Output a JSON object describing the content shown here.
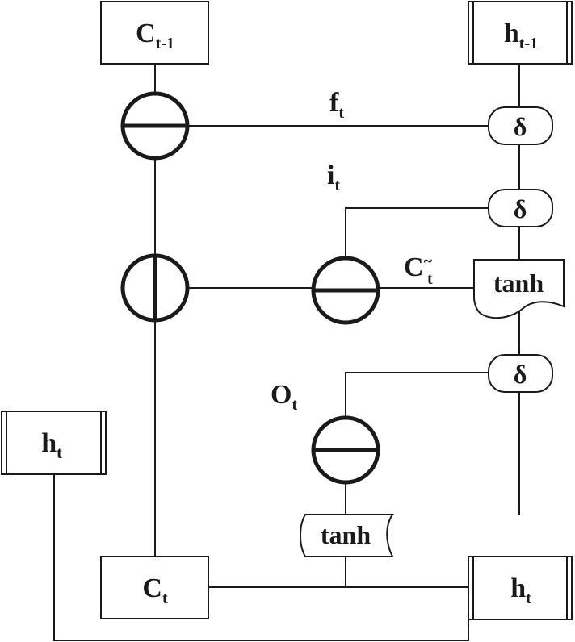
{
  "nodes": {
    "c_prev": {
      "main": "C",
      "sub": "t-1"
    },
    "h_prev": {
      "main": "h",
      "sub": "t-1"
    },
    "h_out_left": {
      "main": "h",
      "sub": "t"
    },
    "c_t": {
      "main": "C",
      "sub": "t"
    },
    "h_t": {
      "main": "h",
      "sub": "t"
    },
    "sigma_f": "δ",
    "sigma_i": "δ",
    "tanh_c": "tanh",
    "sigma_o": "δ",
    "tanh_h": "tanh"
  },
  "labels": {
    "forget": {
      "main": "f",
      "sub": "t"
    },
    "input": {
      "main": "i",
      "sub": "t"
    },
    "candidate": {
      "main": "C",
      "sup": "~",
      "sub": "t"
    },
    "output": {
      "main": "O",
      "sub": "t"
    }
  }
}
